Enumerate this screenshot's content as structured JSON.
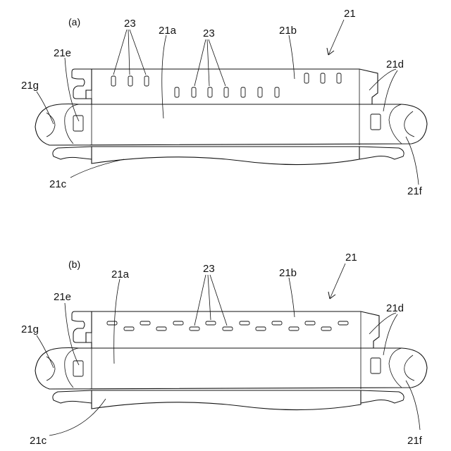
{
  "figures": [
    {
      "caption": "(a)",
      "labels": {
        "assembly": "21",
        "front_panel": "21a",
        "upper_panel": "21b",
        "lower_panel": "21c",
        "end_tabs": "21d",
        "tab_slot": "21e",
        "right_end": "21f",
        "left_end": "21g",
        "slot_group_left": "23",
        "slot_group_middle": "23"
      }
    },
    {
      "caption": "(b)",
      "labels": {
        "assembly": "21",
        "front_panel": "21a",
        "upper_panel": "21b",
        "lower_panel": "21c",
        "end_tabs": "21d",
        "tab_slot": "21e",
        "right_end": "21f",
        "left_end": "21g",
        "slot_group": "23"
      }
    }
  ]
}
